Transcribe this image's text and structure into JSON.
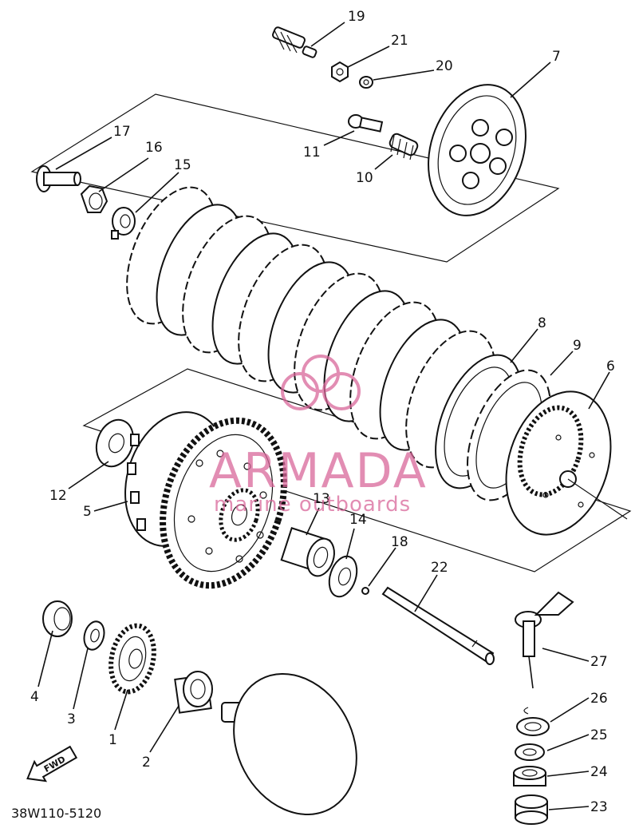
{
  "diagram": {
    "part_labels": {
      "p1": "1",
      "p2": "2",
      "p3": "3",
      "p4": "4",
      "p5": "5",
      "p6": "6",
      "p7": "7",
      "p8": "8",
      "p9": "9",
      "p10": "10",
      "p11": "11",
      "p12": "12",
      "p13": "13",
      "p14": "14",
      "p15": "15",
      "p16": "16",
      "p17": "17",
      "p18": "18",
      "p19": "19",
      "p20": "20",
      "p21": "21",
      "p22": "22",
      "p23": "23",
      "p24": "24",
      "p25": "25",
      "p26": "26",
      "p27": "27"
    },
    "drawing_code": "38W110-5120",
    "fwd_arrow_label": "FWD"
  },
  "watermark": {
    "brand": "ARMADA",
    "tagline": "marine outboards",
    "color": "#d9679a"
  }
}
